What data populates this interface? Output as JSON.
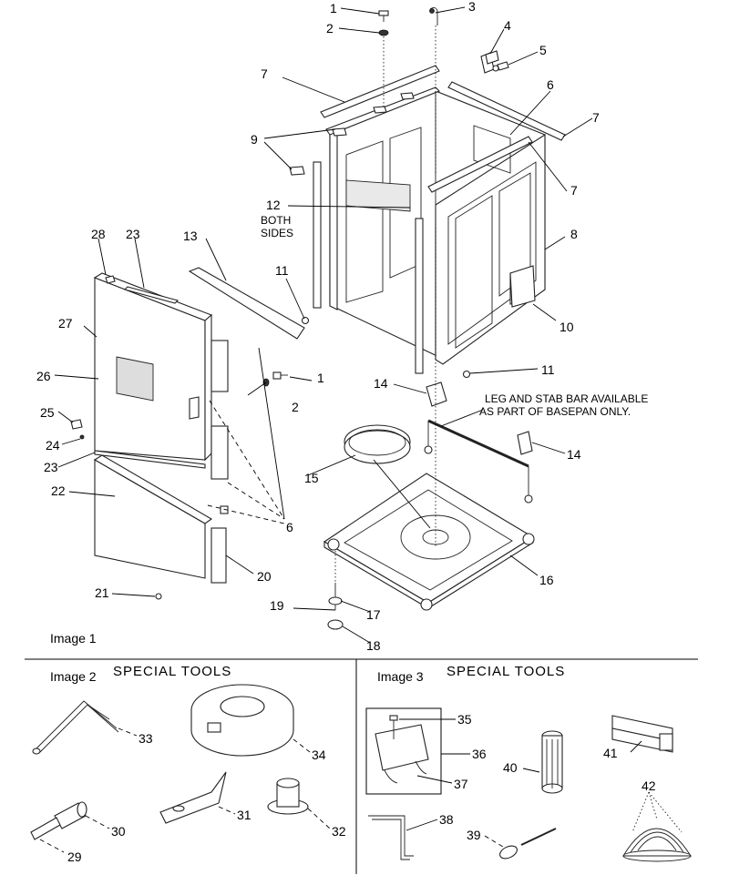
{
  "image_labels": {
    "image1": "Image 1",
    "image2": "Image 2",
    "image3": "Image 3"
  },
  "section_titles": {
    "special_tools_2": "SPECIAL  TOOLS",
    "special_tools_3": "SPECIAL  TOOLS"
  },
  "notes": {
    "both_sides_line1": "BOTH",
    "both_sides_line2": "SIDES",
    "leg_line1": "LEG AND STAB BAR AVAILABLE",
    "leg_line2": "AS PART OF BASEPAN ONLY."
  },
  "callouts": {
    "c1": "1",
    "c1b": "1",
    "c2": "2",
    "c2b": "2",
    "c3": "3",
    "c4": "4",
    "c5": "5",
    "c6": "6",
    "c6b": "6",
    "c7a": "7",
    "c7b": "7",
    "c7c": "7",
    "c8": "8",
    "c9": "9",
    "c10": "10",
    "c11": "11",
    "c11b": "11",
    "c12": "12",
    "c13": "13",
    "c14": "14",
    "c14b": "14",
    "c15": "15",
    "c16": "16",
    "c17": "17",
    "c18": "18",
    "c19": "19",
    "c20": "20",
    "c21": "21",
    "c22": "22",
    "c23": "23",
    "c23b": "23",
    "c24": "24",
    "c25": "25",
    "c26": "26",
    "c27": "27",
    "c28": "28",
    "c29": "29",
    "c30": "30",
    "c31": "31",
    "c32": "32",
    "c33": "33",
    "c34": "34",
    "c35": "35",
    "c36": "36",
    "c37": "37",
    "c38": "38",
    "c39": "39",
    "c40": "40",
    "c41": "41",
    "c42": "42"
  }
}
